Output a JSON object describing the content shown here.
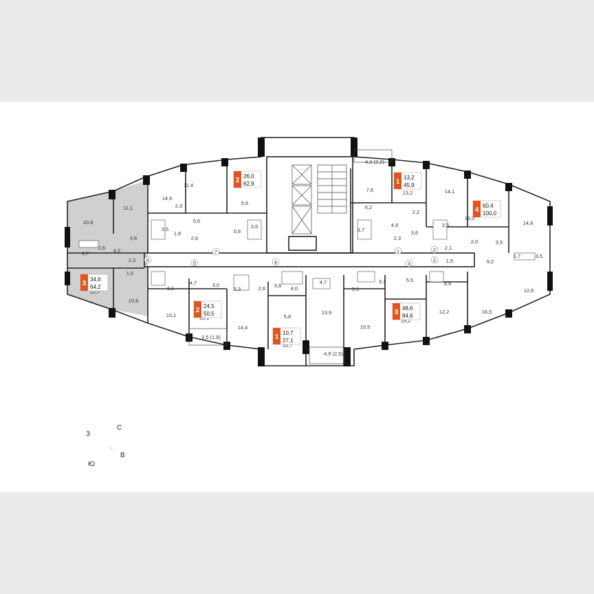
{
  "compass": {
    "north": "С",
    "east": "В",
    "south": "Ю",
    "west": "З"
  },
  "apartments": [
    {
      "rooms": "2",
      "living": "26,0",
      "total": "62,9"
    },
    {
      "rooms": "1",
      "living": "13,2",
      "total": "45,9"
    },
    {
      "rooms": "4",
      "living": "60,4",
      "total": "100,0"
    },
    {
      "rooms": "3",
      "living": "34,6",
      "total": "64,2"
    },
    {
      "rooms": "2",
      "living": "24,5",
      "total": "50,5"
    },
    {
      "rooms": "1",
      "living": "10,7",
      "total": "27,1"
    },
    {
      "rooms": "3",
      "living": "48,6",
      "total": "84,6"
    }
  ],
  "room_areas": [
    "10.8",
    "11,1",
    "2,6",
    "4,7",
    "3,6",
    "4,0",
    "2,3",
    "1,5",
    "12,7",
    "10,9",
    "14,6",
    "3,5",
    "11,4",
    "2,3",
    "5,6",
    "5,6",
    "1,8",
    "2,6",
    "0,6",
    "3,5",
    "11,4",
    "4,3 (2,2)",
    "7,6",
    "6,2",
    "3,7",
    "4,9",
    "2,3",
    "13,2",
    "2,2",
    "3,6",
    "14,1",
    "3,5",
    "2,1",
    "15,0",
    "2,0",
    "3,5",
    "14,8",
    "1,7",
    "3,5",
    "9,2",
    "1,5",
    "3,1",
    "4,7",
    "3,0",
    "3,3",
    "10,1",
    "10,1",
    "3,5 (1,8)",
    "14,4",
    "2,6",
    "3,8",
    "4,0",
    "5,8",
    "10,7",
    "4,7",
    "3,1",
    "13,9",
    "3,1",
    "5,5",
    "15,5",
    "19,2",
    "4,9",
    "12,2",
    "16,5",
    "12,6",
    "4,9 (2,5)"
  ],
  "door_marks": [
    "5",
    "4",
    "6",
    "7",
    "1",
    "3",
    "2",
    "2"
  ]
}
